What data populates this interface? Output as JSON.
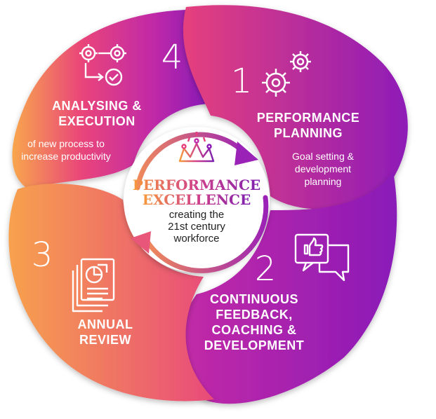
{
  "center": {
    "title_line1": "PERFORMANCE",
    "title_line2": "EXCELLENCE",
    "tagline_line1": "creating the",
    "tagline_line2": "21st century",
    "tagline_line3": "workforce",
    "crown_icon": "crown-icon"
  },
  "stages": [
    {
      "number": "1",
      "title_line1": "PERFORMANCE",
      "title_line2": "PLANNING",
      "desc_line1": "Goal setting &",
      "desc_line2": "development",
      "desc_line3": "planning",
      "icon": "gears-icon"
    },
    {
      "number": "2",
      "title_line1": "CONTINUOUS",
      "title_line2": "FEEDBACK,",
      "title_line3": "COACHING &",
      "title_line4": "DEVELOPMENT",
      "icon": "feedback-chat-icon"
    },
    {
      "number": "3",
      "title_line1": "ANNUAL",
      "title_line2": "REVIEW",
      "icon": "report-document-icon"
    },
    {
      "number": "4",
      "title_line1": "ANALYSING &",
      "title_line2": "EXECUTION",
      "desc_line1": "of new process to",
      "desc_line2": "increase productivity",
      "icon": "process-flow-icon"
    }
  ],
  "colors": {
    "orange": "#f7a14d",
    "pink": "#e5407d",
    "magenta": "#c02aa8",
    "purple": "#8a1ab8",
    "center_title_start": "#f79a3a",
    "center_title_end": "#7e1fb0"
  }
}
